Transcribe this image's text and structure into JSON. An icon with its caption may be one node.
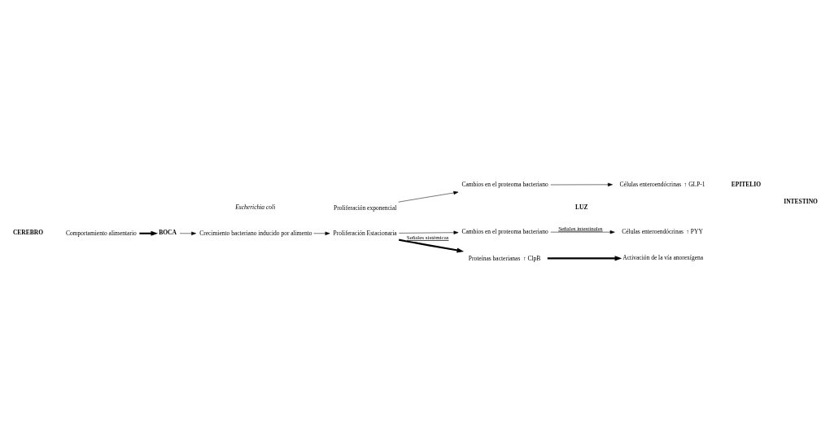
{
  "diagram": {
    "nodes": [
      {
        "text": [
          "Comportamiento alimentario"
        ]
      },
      {
        "text": [
          "Activación de la vía anorexígena"
        ]
      },
      {
        "text": [
          "BOCA"
        ]
      },
      {
        "text": [
          "Crecimiento bacteriano inducido por alimento"
        ]
      },
      {
        "text": [
          "Escherichia coli"
        ]
      },
      {
        "text": [
          "Proliferación Estacionaria"
        ]
      },
      {
        "text": [
          "Cambios en el proteoma bacteriano"
        ]
      },
      {
        "text": [
          "Proliferación exponencial"
        ]
      },
      {
        "text": [
          "Cambios en el proteoma bacteriano"
        ]
      },
      {
        "text": [
          "Proteínas bacterianas"
        ],
        "beside": [
          "↑ ClpB"
        ]
      },
      {
        "text": [
          "Células enteroendócrinas"
        ],
        "beside": [
          "↑ PYY"
        ]
      },
      {
        "text": [
          "Células enteroendócrinas"
        ],
        "beside": [
          "↑ GLP-1"
        ]
      }
    ],
    "edges": [
      {
        "from": 0,
        "to": 2,
        "arrow": "to",
        "style": "thick"
      },
      {
        "from": 2,
        "to": 3,
        "arrow": "to"
      },
      {
        "from": 3,
        "to": 5,
        "arrow": "to"
      },
      {
        "from": 5,
        "to": 9,
        "arrow": "to",
        "style": "thick",
        "label": "Señales sistémicas"
      },
      {
        "from": 9,
        "to": 1,
        "arrow": "to",
        "style": "thick"
      },
      {
        "from": 5,
        "to": 6,
        "arrow": "to"
      },
      {
        "from": 6,
        "to": 10,
        "arrow": "to",
        "label": "Señales intestinales"
      },
      {
        "from": 7,
        "to": 8,
        "arrow": "to"
      },
      {
        "from": 8,
        "to": 11,
        "arrow": "to"
      }
    ],
    "labels": [
      "CEREBRO",
      "LUZ",
      "EPITELIO",
      "INTESTINO"
    ]
  }
}
